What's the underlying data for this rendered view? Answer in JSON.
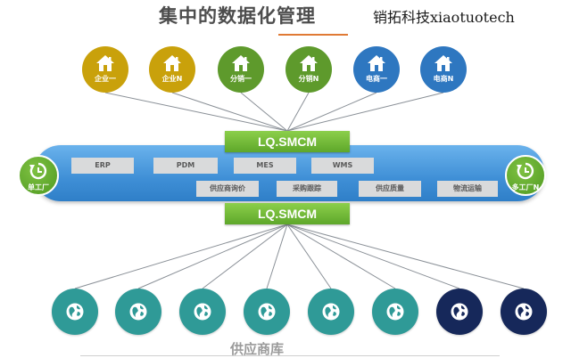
{
  "title": "集中的数据化管理",
  "watermark": "销拓科技xiaotuotech",
  "top_nodes": [
    {
      "label": "企业一",
      "color": "#c9a10b",
      "icon": "house-icon"
    },
    {
      "label": "企业N",
      "color": "#c9a10b",
      "icon": "house-icon"
    },
    {
      "label": "分销一",
      "color": "#5e9a2c",
      "icon": "house-icon"
    },
    {
      "label": "分销N",
      "color": "#5e9a2c",
      "icon": "house-icon"
    },
    {
      "label": "电商一",
      "color": "#2e77c0",
      "icon": "house-icon"
    },
    {
      "label": "电商N",
      "color": "#2e77c0",
      "icon": "house-icon"
    }
  ],
  "hub_top": "LQ.SMCM",
  "hub_bottom": "LQ.SMCM",
  "left_node": {
    "label": "单工厂",
    "icon": "refresh-clock-icon"
  },
  "right_node": {
    "label": "多工厂N",
    "icon": "refresh-clock-icon"
  },
  "systems_row1": [
    "ERP",
    "PDM",
    "MES",
    "WMS"
  ],
  "systems_row2": [
    "供应商询价",
    "采购跟踪",
    "供应质量",
    "物流运输"
  ],
  "suppliers": [
    {
      "color": "#2f9a97",
      "icon": "globe-icon"
    },
    {
      "color": "#2f9a97",
      "icon": "globe-icon"
    },
    {
      "color": "#2f9a97",
      "icon": "globe-icon"
    },
    {
      "color": "#2f9a97",
      "icon": "globe-icon"
    },
    {
      "color": "#2f9a97",
      "icon": "globe-icon"
    },
    {
      "color": "#2f9a97",
      "icon": "globe-icon"
    },
    {
      "color": "#16285a",
      "icon": "globe-icon"
    },
    {
      "color": "#16285a",
      "icon": "globe-icon"
    }
  ],
  "footer": "供应商库"
}
